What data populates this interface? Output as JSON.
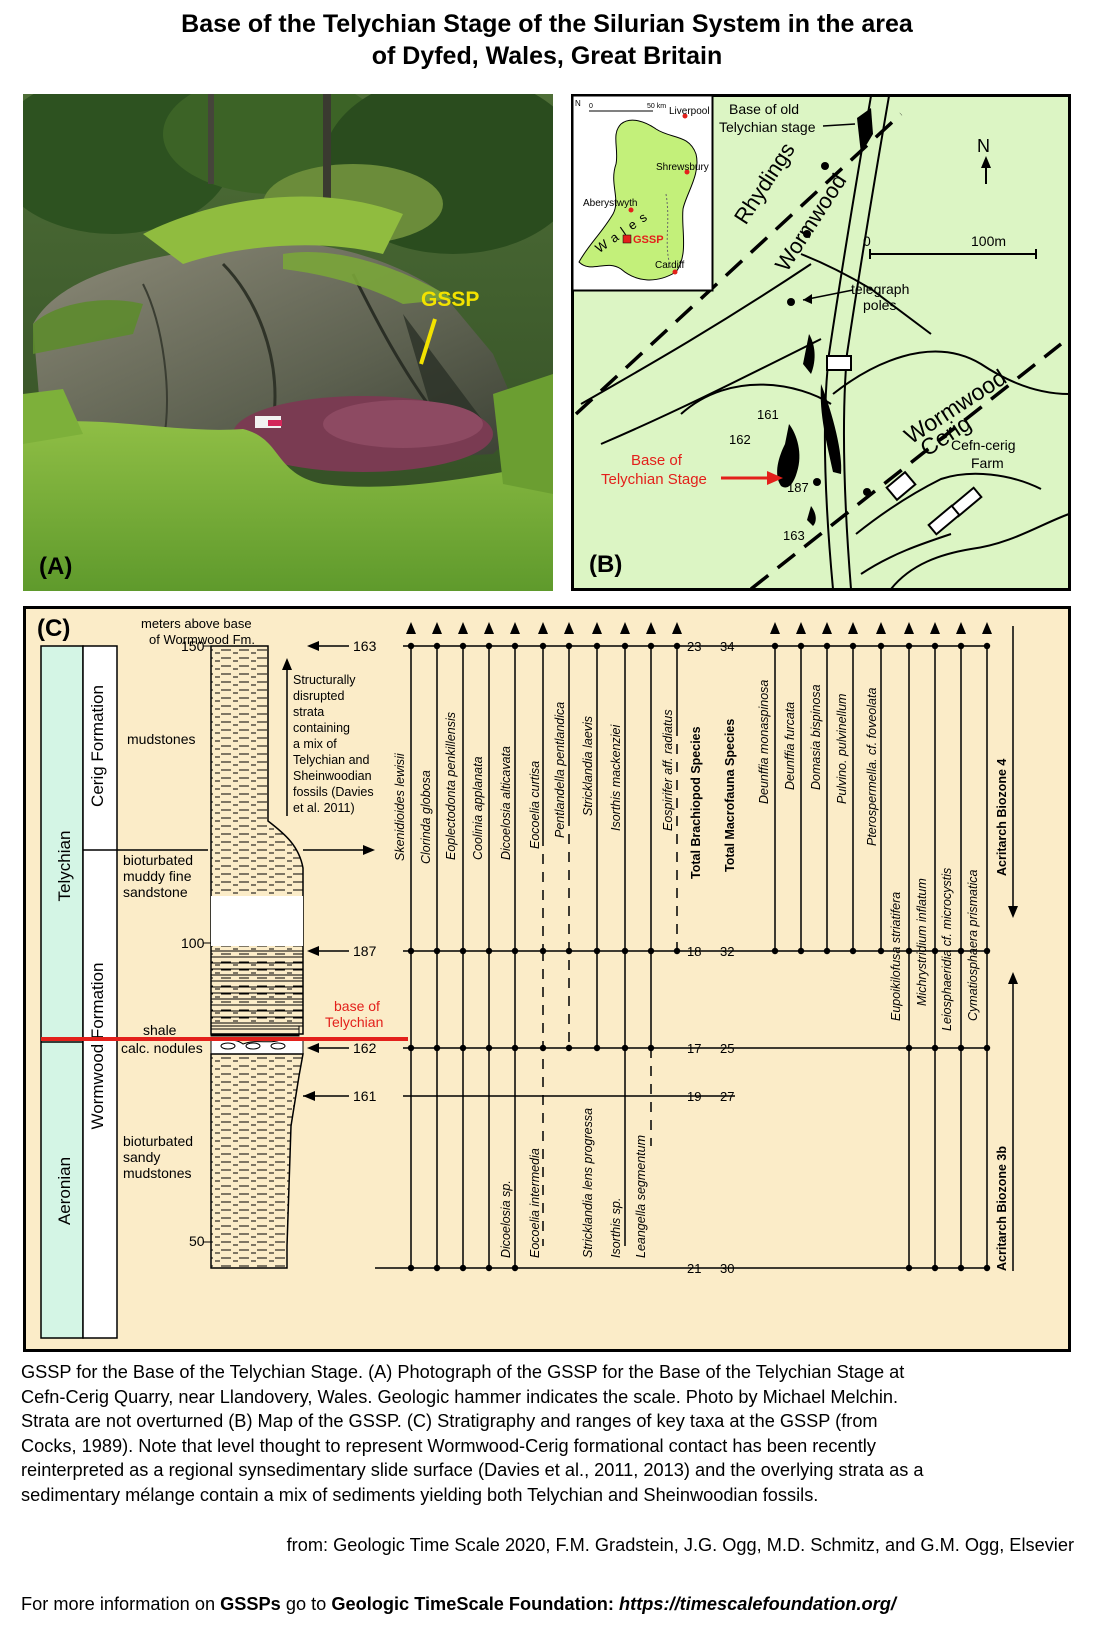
{
  "title": {
    "line1": "Base of the Telychian Stage of the Silurian System in the area",
    "line2": "of Dyfed,  Wales, Great Britain"
  },
  "photo": {
    "panel_label": "(A)",
    "gssp_label": "GSSP"
  },
  "map": {
    "panel_label": "(B)",
    "north": "N",
    "scale_zero": "0",
    "scale_end": "100m",
    "base_old_line1": "Base of old",
    "base_old_line2": "Telychian stage",
    "rhydings": "Rhydings",
    "wormwood_upper": "Wormwood",
    "telegraph_line1": "telegraph",
    "telegraph_line2": "poles",
    "wormwood_lower": "Wormwood",
    "cerig": "Cerig",
    "farm_line1": "Cefn-cerig",
    "farm_line2": "Farm",
    "base_tely_line1": "Base of",
    "base_tely_line2": "Telychian Stage",
    "n161": "161",
    "n162": "162",
    "n187": "187",
    "n163": "163",
    "inset": {
      "north": "N",
      "scale_zero": "0",
      "scale_end": "50 km",
      "liverpool": "Liverpool",
      "shrewsbury": "Shrewsbury",
      "aberystwyth": "Aberystwyth",
      "wales": "Wales",
      "gssp": "GSSP",
      "cardiff": "Cardiff"
    }
  },
  "strat": {
    "panel_label": "(C)",
    "meters_line1": "meters above base",
    "meters_line2": "of Wormwood Fm.",
    "scale_150": "150",
    "scale_100": "100",
    "scale_50": "50",
    "stage_telychian": "Telychian",
    "stage_aeronian": "Aeronian",
    "fm_cerig": "Cerig Formation",
    "fm_wormwood": "Wormwood Formation",
    "lith_mudstones": "mudstones",
    "lith_biomuddy": [
      "bioturbated",
      "muddy fine",
      "sandstone"
    ],
    "lith_shale": "shale",
    "lith_calc": "calc. nodules",
    "lith_biosandy": [
      "bioturbated",
      "sandy",
      "mudstones"
    ],
    "disrupted": [
      "Structurally",
      "disrupted",
      "strata",
      "containing",
      "a mix of",
      "Telychian and",
      "Sheinwoodian",
      "fossils (Davies",
      "et al. 2011)"
    ],
    "base_tely": [
      "base of",
      "Telychian"
    ],
    "levels": [
      "163",
      "187",
      "162",
      "161"
    ],
    "taxa_top": [
      "Skenidioides lewisii",
      "Clorinda globosa",
      "Eoplectodonta penkillensis",
      "Coolinia applanata",
      "Dicoelosia alticavata",
      "Eocoelia curtisa",
      "Pentlandella pentlandica",
      "Stricklandia laevis",
      "Isorthis mackenziei",
      "Eospirifer aff. radiatus"
    ],
    "taxa_bottom": [
      "Dicoelosia sp.",
      "Eocoelia intermedia",
      "Stricklandia lens progressa",
      "Isorthis sp.",
      "Leangella segmentum"
    ],
    "total_brach_label": "Total Brachiopod Species",
    "total_macro_label": "Total Macrofauna Species",
    "totals_brach": [
      "23",
      "18",
      "17",
      "19",
      "21"
    ],
    "totals_macro": [
      "34",
      "32",
      "25",
      "27",
      "30"
    ],
    "acritarchs_top": [
      "Deunffia monaspinosa",
      "Deunffia furcata",
      "Domasia bispinosa",
      "Pulvino. pulvinellum",
      "Pterospermella. cf. foveolata"
    ],
    "acritarchs_bottom": [
      "Eupoikilofusa striatifera",
      "Michrystridium inflatum",
      "Leiosphaeridia cf. microcystis",
      "Cymatiosphaera prismatica"
    ],
    "biozone4": "Acritarch Biozone 4",
    "biozone3b": "Acritarch Biozone 3b"
  },
  "caption": {
    "lines": [
      "GSSP for the Base of the Telychian Stage. (A) Photograph of the GSSP for the Base of the Telychian Stage at",
      "Cefn-Cerig Quarry, near Llandovery, Wales. Geologic hammer indicates the scale. Photo by Michael Melchin.",
      "Strata are not overturned  (B) Map of the GSSP.  (C) Stratigraphy and ranges of key taxa at the GSSP (from",
      "Cocks, 1989). Note that level thought to represent Wormwood-Cerig formational contact has been recently",
      "reinterpreted as a regional synsedimentary slide surface (Davies et al., 2011, 2013) and the overlying strata as a",
      "sedimentary mélange contain a mix of sediments yielding both Telychian and Sheinwoodian fossils."
    ]
  },
  "source": "from: Geologic Time Scale 2020, F.M. Gradstein, J.G. Ogg, M.D. Schmitz, and G.M. Ogg, Elsevier",
  "more_info": {
    "prefix": "For more information on ",
    "gssps": "GSSPs",
    "middle": " go to ",
    "foundation": "Geologic TimeScale Foundation: ",
    "url": "https://timescalefoundation.org/"
  },
  "colors": {
    "map_green": "#dcf5c4",
    "strat_bg": "#fbecc8",
    "stage_bar": "#d4f5e5",
    "red": "#e3201b",
    "gssp_yellow": "#f2e200"
  }
}
